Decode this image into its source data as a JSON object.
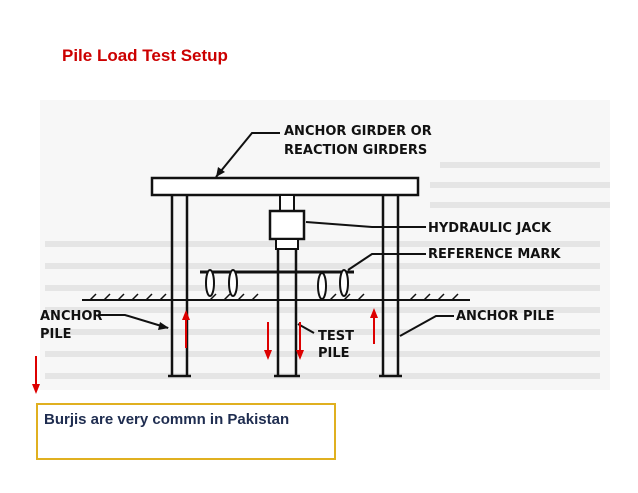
{
  "title": "Pile Load Test Setup",
  "labels": {
    "anchor_girder_line1": "ANCHOR GIRDER OR",
    "anchor_girder_line2": "REACTION GIRDERS",
    "hydraulic_jack": "HYDRAULIC JACK",
    "reference_mark": "REFERENCE MARK",
    "anchor_pile_left_line1": "ANCHOR",
    "anchor_pile_left_line2": "PILE",
    "test_pile_line1": "TEST",
    "test_pile_line2": "PILE",
    "anchor_pile_right": "ANCHOR PILE"
  },
  "note": "Burjis are very commn in Pakistan",
  "colors": {
    "title": "#cc0000",
    "arrows": "#dd0000",
    "note_border": "#e0b020",
    "note_text": "#1f2d50"
  }
}
